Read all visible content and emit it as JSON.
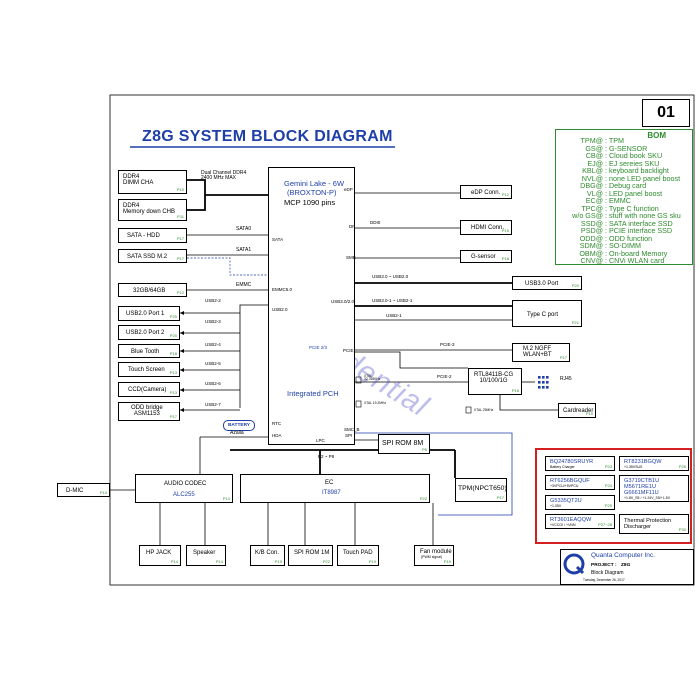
{
  "page_number": "01",
  "title": "Z8G SYSTEM BLOCK DIAGRAM",
  "watermark": "Confidential",
  "bom": {
    "header": "BOM",
    "rows": [
      {
        "code": "TPM@",
        "desc": ": TPM"
      },
      {
        "code": "GS@",
        "desc": ": G-SENSOR"
      },
      {
        "code": "CB@",
        "desc": ": Cloud book SKU"
      },
      {
        "code": "EJ@",
        "desc": ": EJ sereies SKU"
      },
      {
        "code": "KBL@",
        "desc": ": keyboard backlight"
      },
      {
        "code": "NVL@",
        "desc": ": none LED panel boost"
      },
      {
        "code": "DBG@",
        "desc": ": Debug card"
      },
      {
        "code": "VL@",
        "desc": ": LED panel boost"
      },
      {
        "code": "EC@",
        "desc": ": EMMC"
      },
      {
        "code": "TPC@",
        "desc": ": Type C function"
      },
      {
        "code": "w/o GS@",
        "desc": ": stuff with none GS sku"
      },
      {
        "code": "SSD@",
        "desc": ": SATA interface SSD"
      },
      {
        "code": "PSD@",
        "desc": ": PCIE interface SSD"
      },
      {
        "code": "ODD@",
        "desc": ": ODD function"
      },
      {
        "code": "SDM@",
        "desc": ": SO-DIMM"
      },
      {
        "code": "OBM@",
        "desc": ": On-board Memory"
      },
      {
        "code": "CNV@",
        "desc": ": CNVi WLAN card"
      }
    ]
  },
  "cpu": {
    "name": "Gemini Lake - 6W",
    "codename": "(BROXTON-P)",
    "pins": "MCP 1090 pins",
    "pch": "Integrated  PCH",
    "ports": {
      "sata": "SATA",
      "emmc": "EMMC5.0",
      "usb2": "USB2.0",
      "pcie": "PCIE 2/3",
      "rtc": "RTC",
      "hda": "HDA",
      "lpc": "LPC",
      "spi": "SPI",
      "smc": "SMC_B",
      "edp": "eDP",
      "dp": "DP",
      "smb": "SMB",
      "usb3": "USB3.0/2.0",
      "pcie_r": "PCIE"
    }
  },
  "left": {
    "ddr_cha": "DDR4\nDIMM CHA",
    "ddr_chb": "DDR4\nMemory down CHB",
    "ddr_bus": "Dual Channel DDR4\n2400 MHz MAX",
    "sata_hdd": "SATA - HDD",
    "sata_ssd": "SATA SSD M.2",
    "sata0": "SATA0",
    "sata1": "SATA1",
    "emmc_box": "32GB/64GB",
    "emmc_bus": "EMMC",
    "usb_port1": "USB2.0 Port 1",
    "usb_port2": "USB2.0 Port 2",
    "bluetooth": "Blue Tooth",
    "touchscreen": "Touch Screen",
    "camera": "CCD(Camera)",
    "odd": "ODD bridge\nASM1153",
    "usb_labels": [
      "USB2-2",
      "USB2-3",
      "USB2-4",
      "USB2-5",
      "USB2-6",
      "USB2-7"
    ],
    "battery": "BATTERY",
    "azalia": "Azalia",
    "dmic": "D-MIC",
    "audio": "AUDIO CODEC",
    "audio_chip": "ALC255",
    "hp_jack": "HP JACK",
    "speaker": "Speaker"
  },
  "right": {
    "edp_conn": "eDP  Conn.",
    "ddi0": "DDI0",
    "hdmi_conn": "HDMI Conn.",
    "gsensor": "G-sensor",
    "usb3_bus": "USB3.0 ~ USB2.0",
    "usb3_port": "USB3.0 Port",
    "usb31_bus": "USB3.0-1 ~ USB2-1",
    "usb21": "USB2-1",
    "typec": "Type C port",
    "pcie3": "PCIE-3",
    "ngff": "M.2 NGFF\nWLAN+BT",
    "pcie2": "PCIE-2",
    "lan": "RTL8411B-CG\n10/100/1G",
    "rj45": "RJ45",
    "cardreader": "Cardreader",
    "xtal1": "XTAL\n32.768KHz",
    "xtal2": "XTAL 19.2MHz",
    "xtal3": "XTAL 25MHz"
  },
  "bottom": {
    "spi_rom": "SPI ROM 8M",
    "tpm": "TPM(NPCT650)",
    "ec": "EC",
    "ec_chip": "IT8987",
    "kb": "K/B Con.",
    "spirom1m": "SPI ROM 1M",
    "touchpad": "Touch PAD",
    "fan": "Fan module",
    "fan_sub": "(PWM signal)",
    "p20_p8": "P2 ~ P8"
  },
  "power": [
    {
      "name": "BQ24780SRUYR",
      "sub": "Battery Charger",
      "ref": "P23"
    },
    {
      "name": "RT8231BGQW",
      "sub": "+1.35VSUS",
      "ref": "P26"
    },
    {
      "name": "RT6256BGQUF",
      "sub": "+3VPCU/+5VPCU",
      "ref": "P24"
    },
    {
      "name": "G3719CTB1U\nM5671RE1U\nG6661MF11U",
      "sub": "+1.8V_S5 / +1.24V_S5/+1.5V",
      "ref": ""
    },
    {
      "name": "G5335QT2U",
      "sub": "+1.05V",
      "ref": "P25"
    },
    {
      "name": "RT3601EAQQW",
      "sub": "+VCCGI / +VNN",
      "ref": "P27~28"
    },
    {
      "name": "Thermal Protection\nDischarger",
      "sub": "",
      "ref": "P30"
    }
  ],
  "titleblock": {
    "company": "Quanta Computer Inc.",
    "project_label": "PROJECT :",
    "project": "Z8G",
    "doc_title": "Block Diagram",
    "date": "Tuesday, December 26, 2017"
  },
  "refs": {
    "ddr_cha": "P10",
    "ddr_chb": "P11",
    "sata_hdd": "P17",
    "sata_ssd": "P17",
    "emmc": "P12",
    "usb1": "P20",
    "usb2": "P20",
    "bt": "P18",
    "ts": "P13",
    "cam": "P13",
    "odd": "P17",
    "edp": "P12",
    "hdmi": "P15",
    "gs": "P18",
    "usb3": "P20",
    "typec": "P21",
    "ngff": "P17",
    "lan": "P16",
    "card": "P15",
    "rtc": "P5",
    "spi": "P5",
    "tpm": "P17",
    "audio": "P14",
    "dmic": "P14",
    "ec": "P22",
    "hp": "P14",
    "spk": "P14",
    "kb": "P19",
    "spirom": "P22",
    "tp": "P19",
    "fan": "P19"
  }
}
